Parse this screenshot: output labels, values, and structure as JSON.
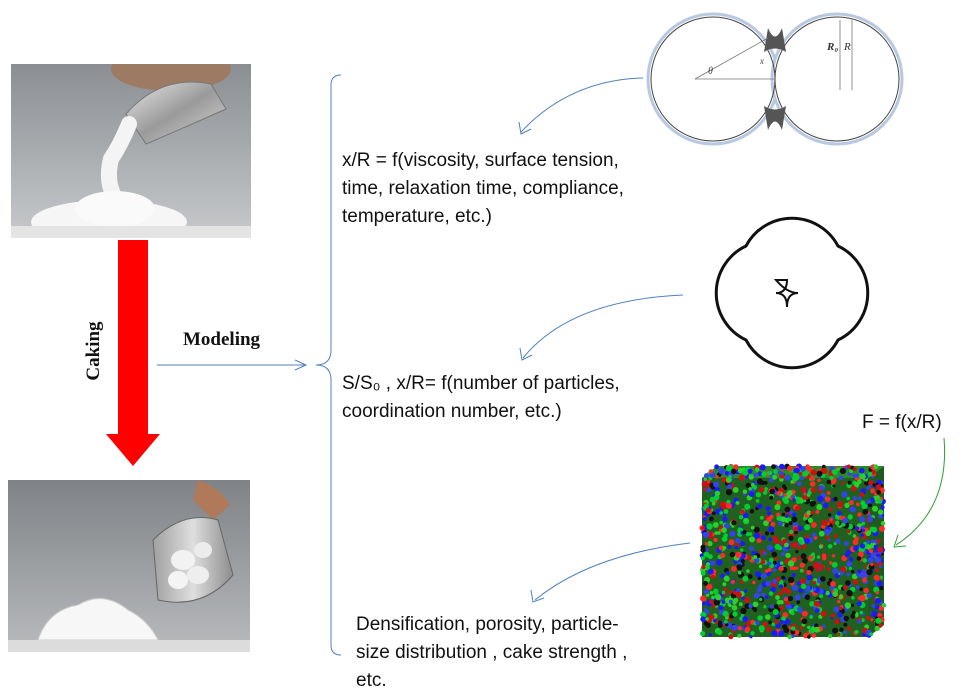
{
  "labels": {
    "caking": "Caking",
    "modeling": "Modeling",
    "formula_viscous": [
      "x/R = f(viscosity, surface tension,",
      "time, relaxation time, compliance,",
      "temperature, etc.)"
    ],
    "formula_particles": [
      "S/S₀ , x/R= f(number of particles,",
      "coordination number, etc.)"
    ],
    "formula_force": "F = f(x/R)",
    "outputs": [
      "Densification, porosity, particle-",
      "size distribution , cake strength ,",
      "etc."
    ]
  },
  "figure_labels": {
    "theta": "θ",
    "x": "x",
    "r_c": "R₀",
    "r": "R"
  },
  "colors": {
    "red_arrow": "#ff0000",
    "blue_connector": "#4f81bd",
    "green_connector": "#2ca02c",
    "neck_fill": "#555555"
  }
}
